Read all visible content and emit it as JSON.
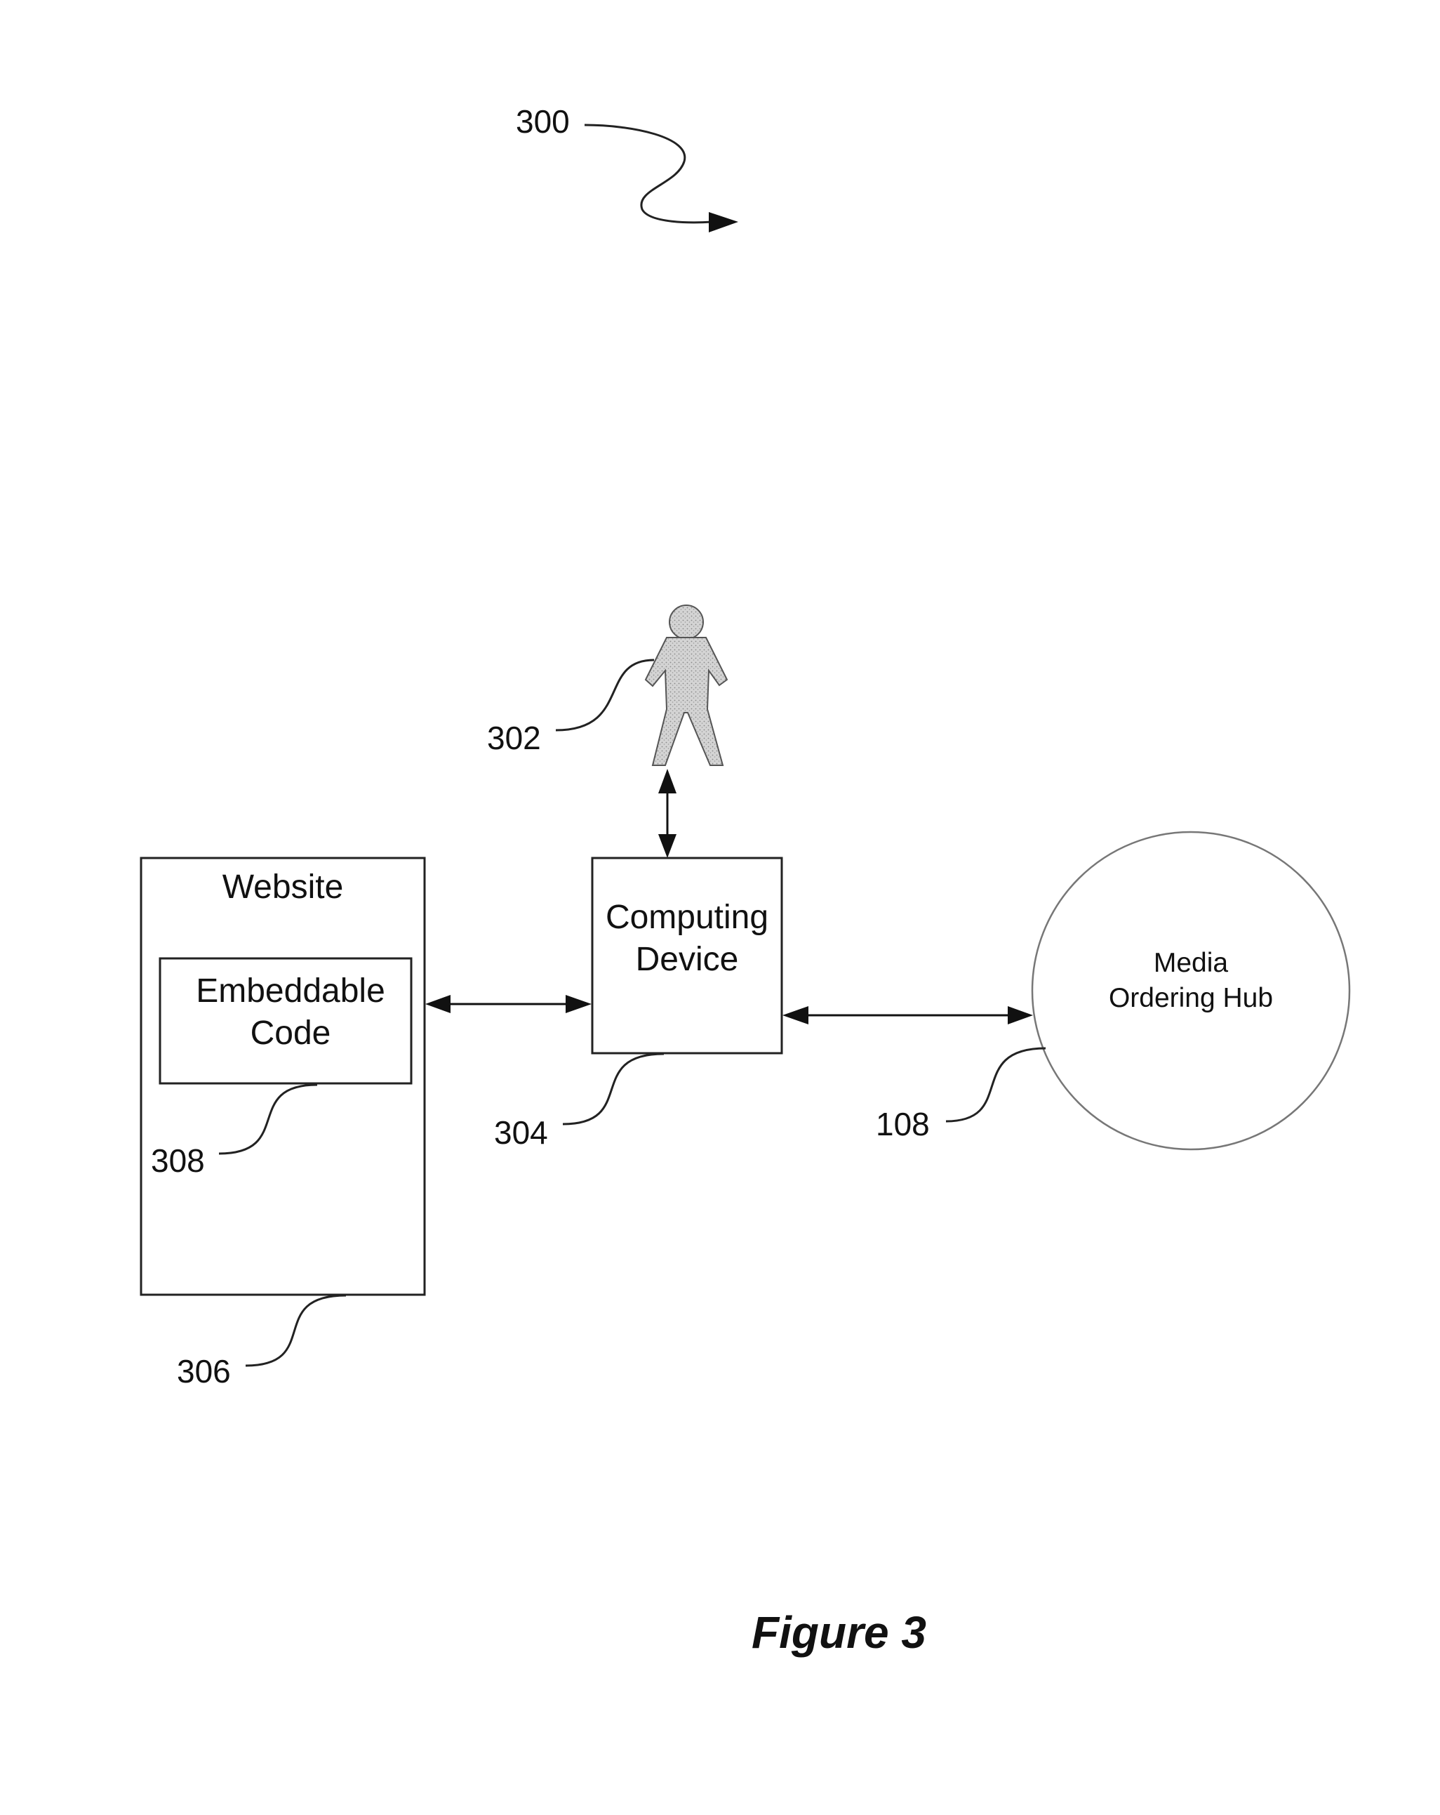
{
  "figure": {
    "caption": "Figure 3",
    "reference": "300"
  },
  "nodes": {
    "user": {
      "ref": "302"
    },
    "computing_device": {
      "line1": "Computing",
      "line2": "Device",
      "ref": "304"
    },
    "website": {
      "title": "Website",
      "ref": "306"
    },
    "embeddable_code": {
      "line1": "Embeddable",
      "line2": "Code",
      "ref": "308"
    },
    "media_ordering_hub": {
      "line1": "Media",
      "line2": "Ordering Hub",
      "ref": "108"
    }
  },
  "colors": {
    "line": "#222222",
    "hub_outline": "#777777",
    "figure_fill": "#c8c8c8"
  }
}
